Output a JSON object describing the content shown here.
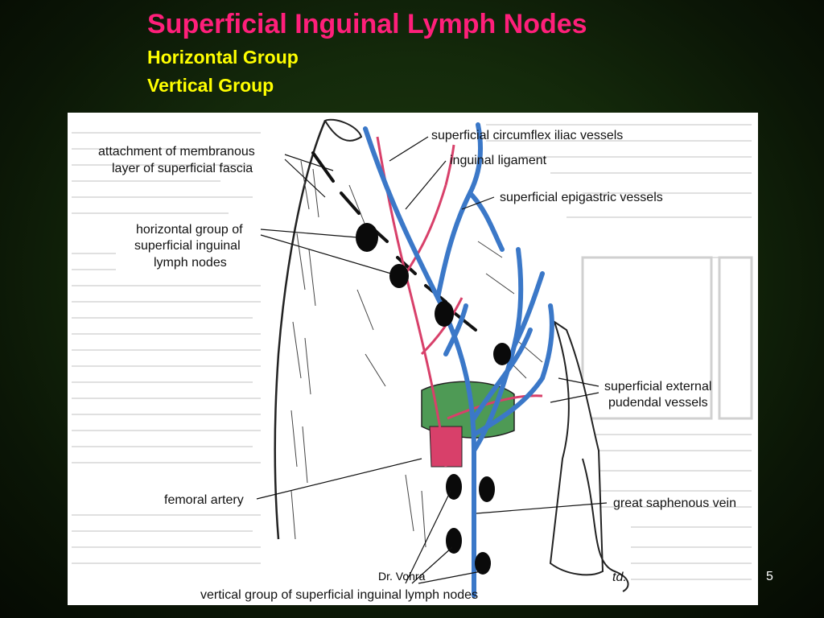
{
  "slide": {
    "title": "Superficial Inguinal Lymph Nodes",
    "subtitles": [
      "Horizontal Group",
      "Vertical Group"
    ],
    "author": "Dr. Vohra",
    "page_number": "5"
  },
  "figure": {
    "labels": {
      "circumflex": "superficial circumflex iliac vessels",
      "inguinal_ligament": "inguinal ligament",
      "epigastric": "superficial epigastric vessels",
      "membranous_1": "attachment of membranous",
      "membranous_2": "layer of superficial fascia",
      "horizontal_1": "horizontal group of",
      "horizontal_2": "superficial inguinal",
      "horizontal_3": "lymph nodes",
      "pudendal_1": "superficial external",
      "pudendal_2": "pudendal vessels",
      "femoral_artery": "femoral artery",
      "saphenous": "great saphenous vein",
      "vertical_group": "vertical group of superficial inguinal lymph nodes",
      "signature": "td."
    },
    "colors": {
      "vein": "#3b78c8",
      "artery": "#d8406a",
      "femoral_sheath": "#4e9a55",
      "node": "#0a0a0a"
    }
  }
}
